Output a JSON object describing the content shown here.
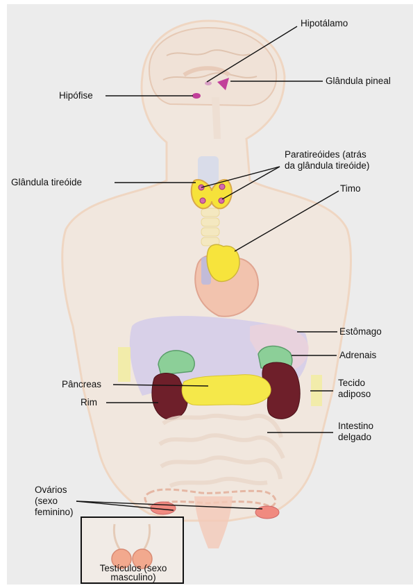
{
  "labels": {
    "hipotalamo": "Hipotálamo",
    "pineal": "Glândula pineal",
    "hipofise": "Hipófise",
    "paratireoides_1": "Paratireóides (atrás",
    "paratireoides_2": "da glândula tireóide)",
    "tireoide": "Glândula tireóide",
    "timo": "Timo",
    "estomago": "Estômago",
    "adrenais": "Adrenais",
    "pancreas": "Pâncreas",
    "tecido_1": "Tecido",
    "tecido_2": "adiposo",
    "rim": "Rim",
    "intestino_1": "Intestino",
    "intestino_2": "delgado",
    "ovarios_1": "Ovários",
    "ovarios_2": "(sexo",
    "ovarios_3": "feminino)",
    "testiculos_1": "Testículos (sexo",
    "testiculos_2": "masculino)"
  },
  "colors": {
    "background": "#ececec",
    "body_outline": "#f3d9c4",
    "skin": "#f6e3d3",
    "gland_pink": "#c2409a",
    "thyroid_yellow": "#f6e23a",
    "adrenal_green": "#7cc28c",
    "kidney": "#6e1f2a",
    "stomach": "#cfc8e8",
    "heart": "#f2c3ae"
  }
}
